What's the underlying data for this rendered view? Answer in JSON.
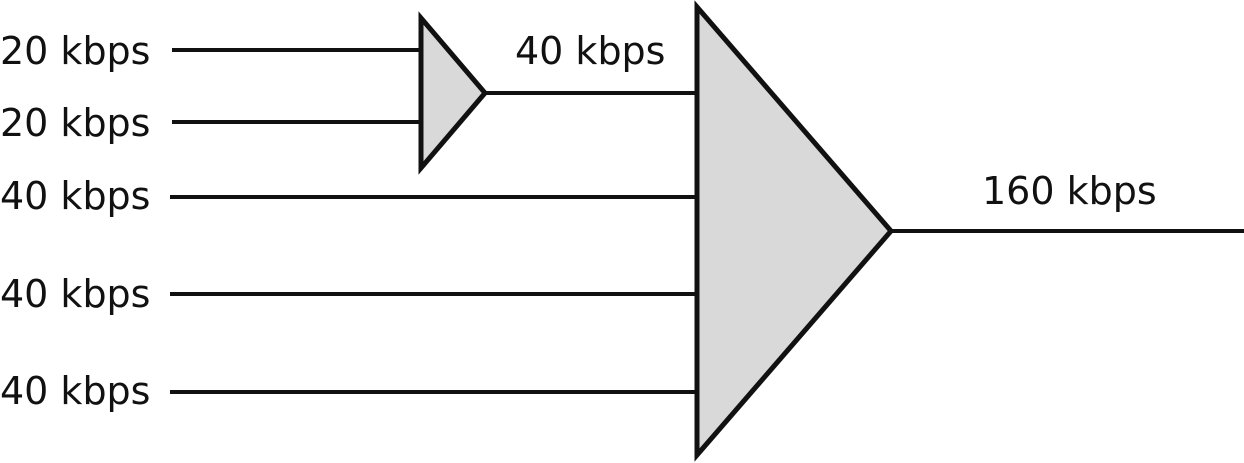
{
  "diagram": {
    "inputs": [
      {
        "label": "20 kbps"
      },
      {
        "label": "20 kbps"
      },
      {
        "label": "40 kbps"
      },
      {
        "label": "40 kbps"
      },
      {
        "label": "40 kbps"
      }
    ],
    "intermediate": {
      "label": "40 kbps"
    },
    "output": {
      "label": "160 kbps"
    },
    "colors": {
      "fill": "#d9d9d9",
      "stroke": "#111111"
    }
  }
}
